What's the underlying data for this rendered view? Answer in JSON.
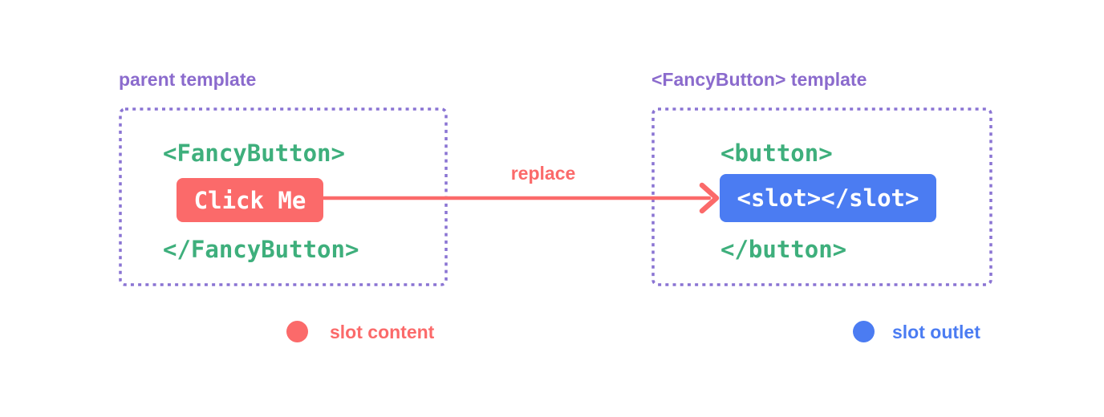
{
  "colors": {
    "red": "#fb6a6a",
    "blue": "#4b7cf2",
    "green": "#3eaf7c",
    "purple_text": "#8b6bcd",
    "purple_border": "#8a74d3",
    "background": "#ffffff",
    "white": "#ffffff"
  },
  "left_panel": {
    "title": "parent template",
    "open_tag": "<FancyButton>",
    "button_label": "Click Me",
    "close_tag": "</FancyButton>"
  },
  "arrow": {
    "label": "replace"
  },
  "right_panel": {
    "title": "<FancyButton> template",
    "open_tag": "<button>",
    "slot_label": "<slot></slot>",
    "close_tag": "</button>"
  },
  "legend": {
    "slot_content": {
      "label": "slot content",
      "color": "#fb6a6a"
    },
    "slot_outlet": {
      "label": "slot outlet",
      "color": "#4b7cf2"
    }
  }
}
